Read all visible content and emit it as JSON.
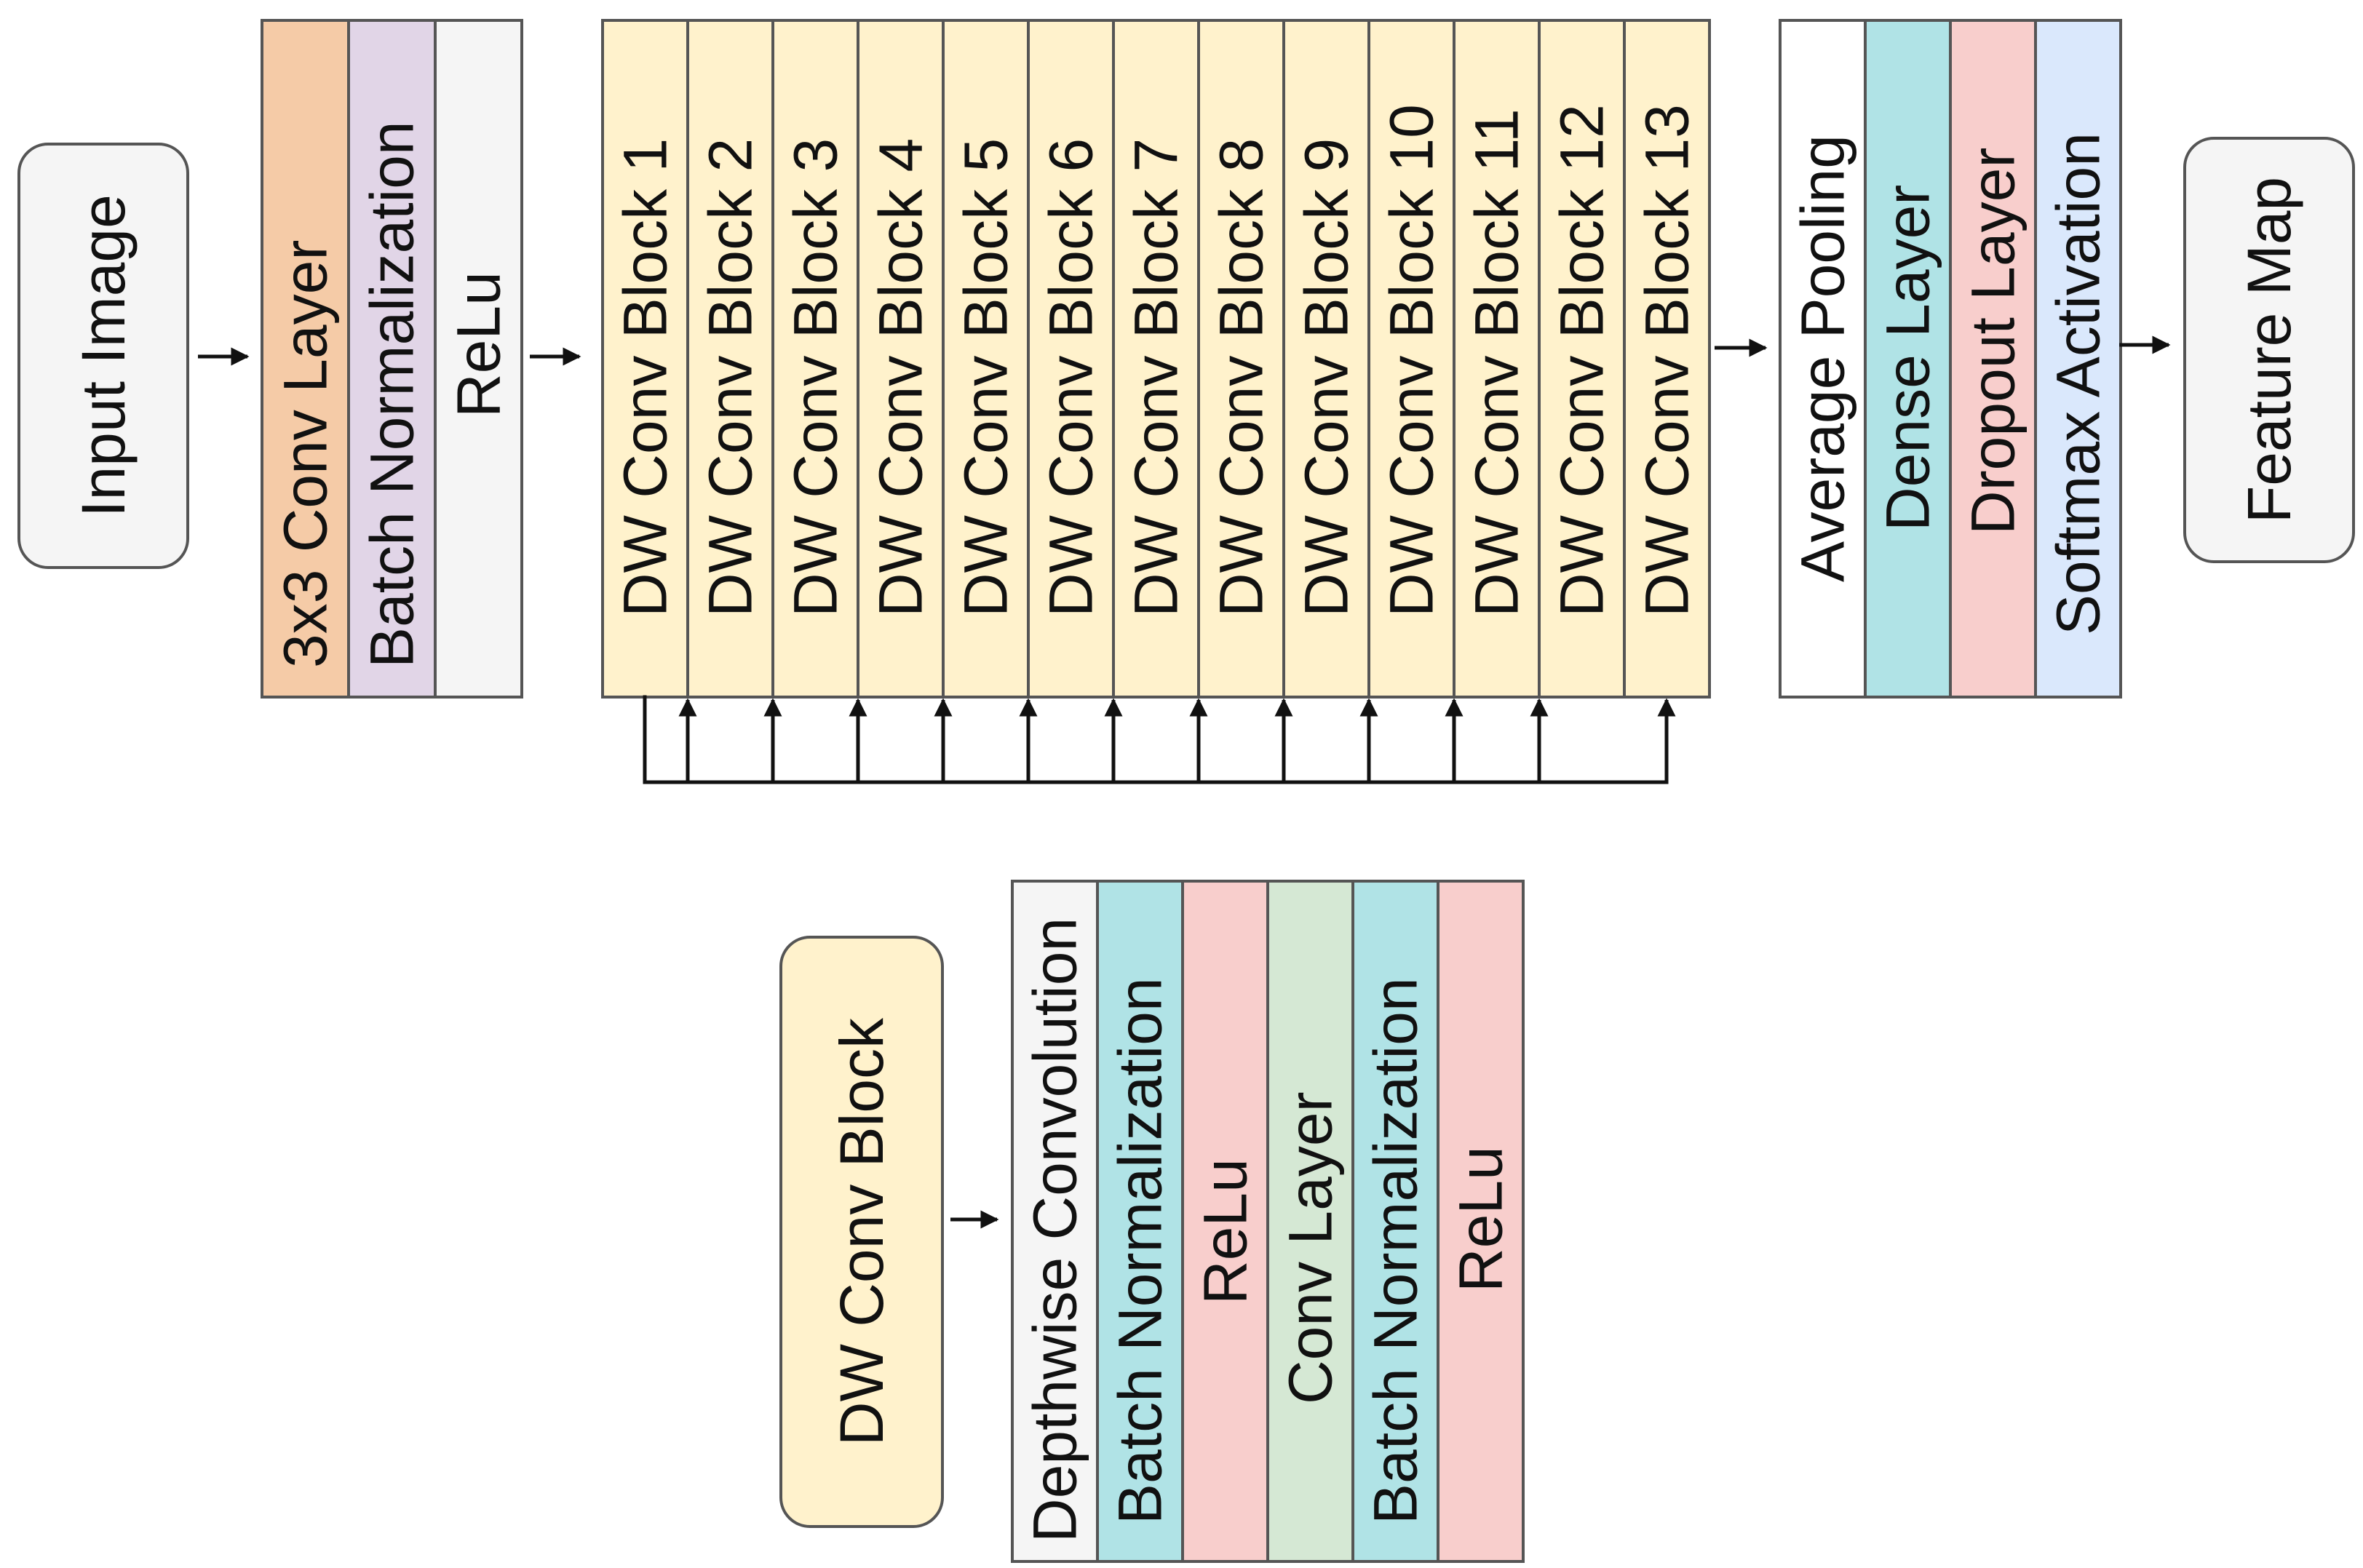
{
  "colors": {
    "orange": "#F5CBA7",
    "purple": "#E1D5E7",
    "light_gray": "#F5F5F5",
    "yellow": "#FFF2CC",
    "white": "#FFFFFF",
    "teal": "#B0E3E6",
    "pink": "#F8CECC",
    "blue": "#DAE8FC",
    "green": "#D5E8D4",
    "stroke": "#555555",
    "arrow": "#111111"
  },
  "pipeline": {
    "input": "Input Image",
    "stem": [
      "3x3 Conv Layer",
      "Batch Normalization",
      "ReLu"
    ],
    "dw_blocks": [
      "DW Conv Block 1",
      "DW Conv Block 2",
      "DW Conv Block 3",
      "DW Conv Block 4",
      "DW Conv Block 5",
      "DW Conv Block 6",
      "DW Conv Block 7",
      "DW Conv Block 8",
      "DW Conv Block 9",
      "DW Conv Block 10",
      "DW Conv Block 11",
      "DW Conv Block 12",
      "DW Conv Block 13"
    ],
    "head": [
      "Average Pooling",
      "Dense Layer",
      "Dropout Layer",
      "Softmax Activation"
    ],
    "output": "Feature Map"
  },
  "detail": {
    "block_name": "DW Conv Block",
    "layers": [
      "Depthwise Convolution",
      "Batch Normalization",
      "ReLu",
      "Conv Layer",
      "Batch Normalization",
      "ReLu"
    ]
  }
}
